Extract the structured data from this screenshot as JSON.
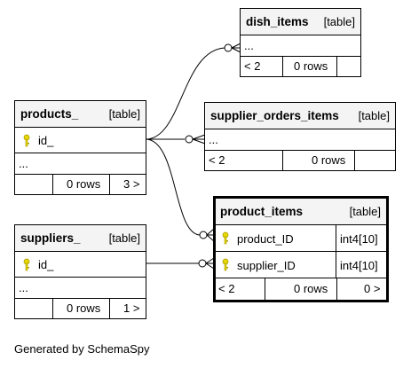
{
  "tables": {
    "dish_items": {
      "name": "dish_items",
      "kind": "[table]",
      "rows": [
        "..."
      ],
      "footer": {
        "left": "< 2",
        "middle": "0 rows",
        "right": ""
      }
    },
    "supplier_orders_items": {
      "name": "supplier_orders_items",
      "kind": "[table]",
      "rows": [
        "..."
      ],
      "footer": {
        "left": "< 2",
        "middle": "0 rows",
        "right": ""
      }
    },
    "products": {
      "name": "products_",
      "kind": "[table]",
      "rows": [
        {
          "col": "id_",
          "key": true
        }
      ],
      "ellipsis": "...",
      "footer": {
        "left": "",
        "middle": "0 rows",
        "right": "3 >"
      }
    },
    "product_items": {
      "name": "product_items",
      "kind": "[table]",
      "rows": [
        {
          "col": "product_ID",
          "type": "int4[10]",
          "key": true
        },
        {
          "col": "supplier_ID",
          "type": "int4[10]",
          "key": true
        }
      ],
      "footer": {
        "left": "< 2",
        "middle": "0 rows",
        "right": "0 >"
      }
    },
    "suppliers": {
      "name": "suppliers_",
      "kind": "[table]",
      "rows": [
        {
          "col": "id_",
          "key": true
        }
      ],
      "ellipsis": "...",
      "footer": {
        "left": "",
        "middle": "0 rows",
        "right": "1 >"
      }
    }
  },
  "colors": {
    "header_bg": "#f4f4f4",
    "key_icon": "#e8d800"
  },
  "key_icon_name": "key-icon",
  "footer_text": "Generated by SchemaSpy"
}
